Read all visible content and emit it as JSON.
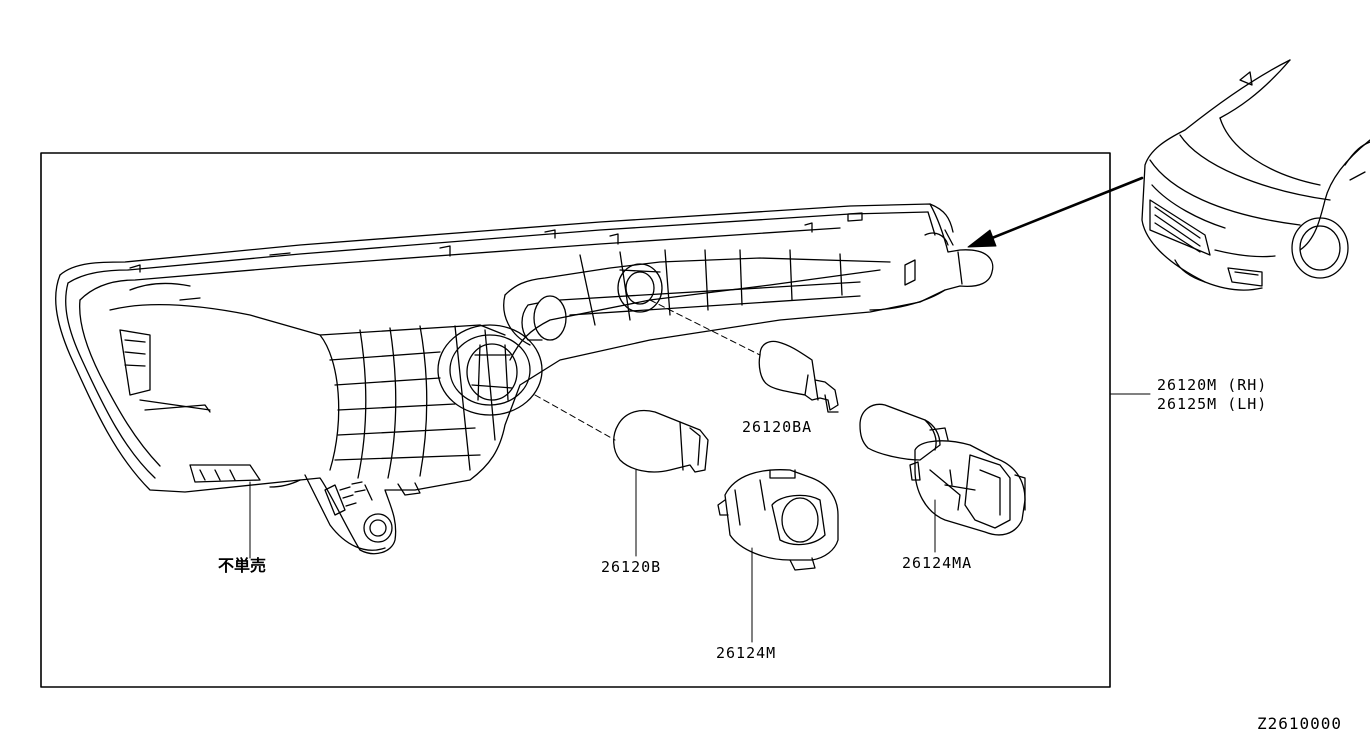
{
  "diagram": {
    "reference_code": "Z2610000",
    "assembly_rh": "26120M (RH)",
    "assembly_lh": "26125M (LH)",
    "parts": {
      "bulb_small": "26120BA",
      "bulb_large": "26120B",
      "socket_small": "26124M",
      "socket_large": "26124MA",
      "not_sold_separately": "不単売"
    }
  }
}
